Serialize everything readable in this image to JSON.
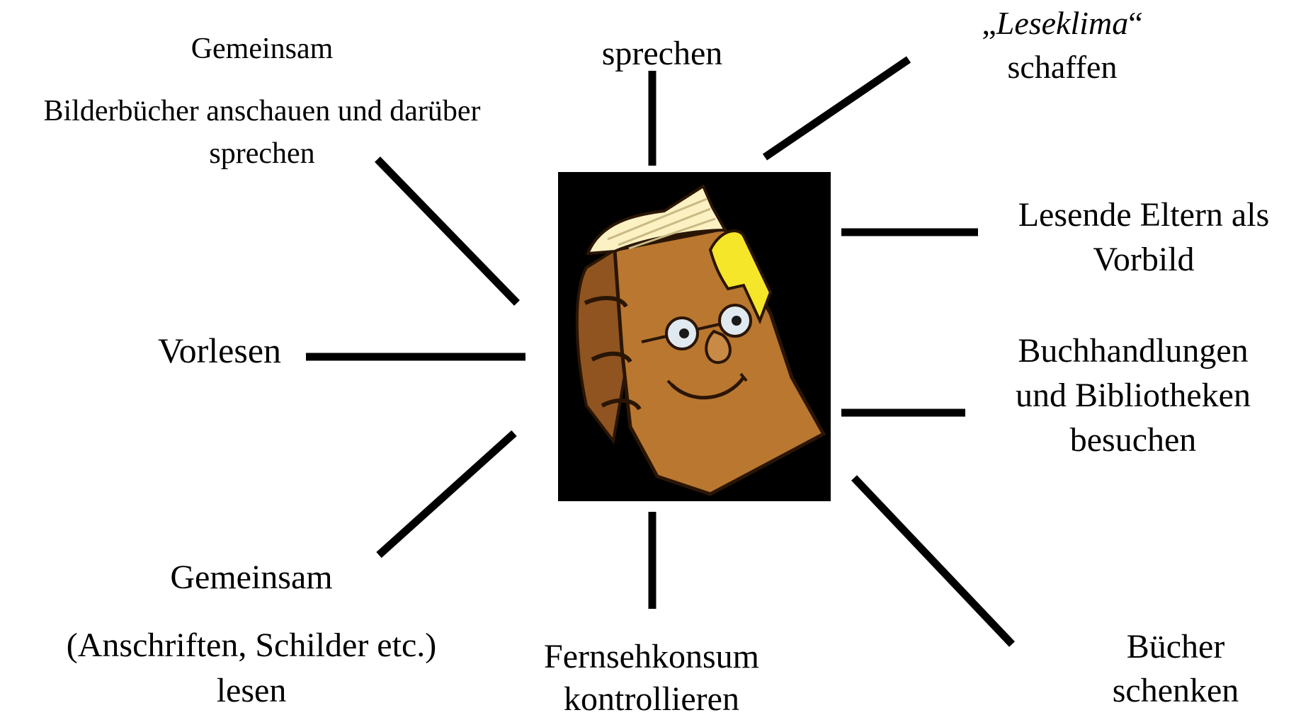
{
  "labels": {
    "gemeinsam_top": {
      "line1": "Gemeinsam",
      "line2": "Bilderbücher anschauen und darüber",
      "line3": "sprechen"
    },
    "sprechen": "sprechen",
    "leseklima": {
      "quote_open": "„",
      "word": "Leseklima",
      "quote_close": "“",
      "line2": "schaffen"
    },
    "eltern": {
      "line1": "Lesende Eltern als",
      "line2": "Vorbild"
    },
    "vorlesen": "Vorlesen",
    "buchhandlungen": {
      "line1": "Buchhandlungen",
      "line2": "und Bibliotheken",
      "line3": "besuchen"
    },
    "gemeinsam_bottom": {
      "line1": "Gemeinsam",
      "line2": "(Anschriften, Schilder etc.)",
      "line3": "lesen"
    },
    "fernseh": {
      "line1": "Fernsehkonsum",
      "line2": "kontrollieren"
    },
    "buecher": {
      "line1": "Bücher",
      "line2": "schenken"
    }
  },
  "colors": {
    "line": "#000000",
    "book_cover": "#b9772f",
    "book_spine": "#8f5420",
    "pages": "#fbf1c2",
    "bookmark": "#f6e629"
  },
  "icons": {
    "center": "smiling-book-with-glasses-icon"
  }
}
